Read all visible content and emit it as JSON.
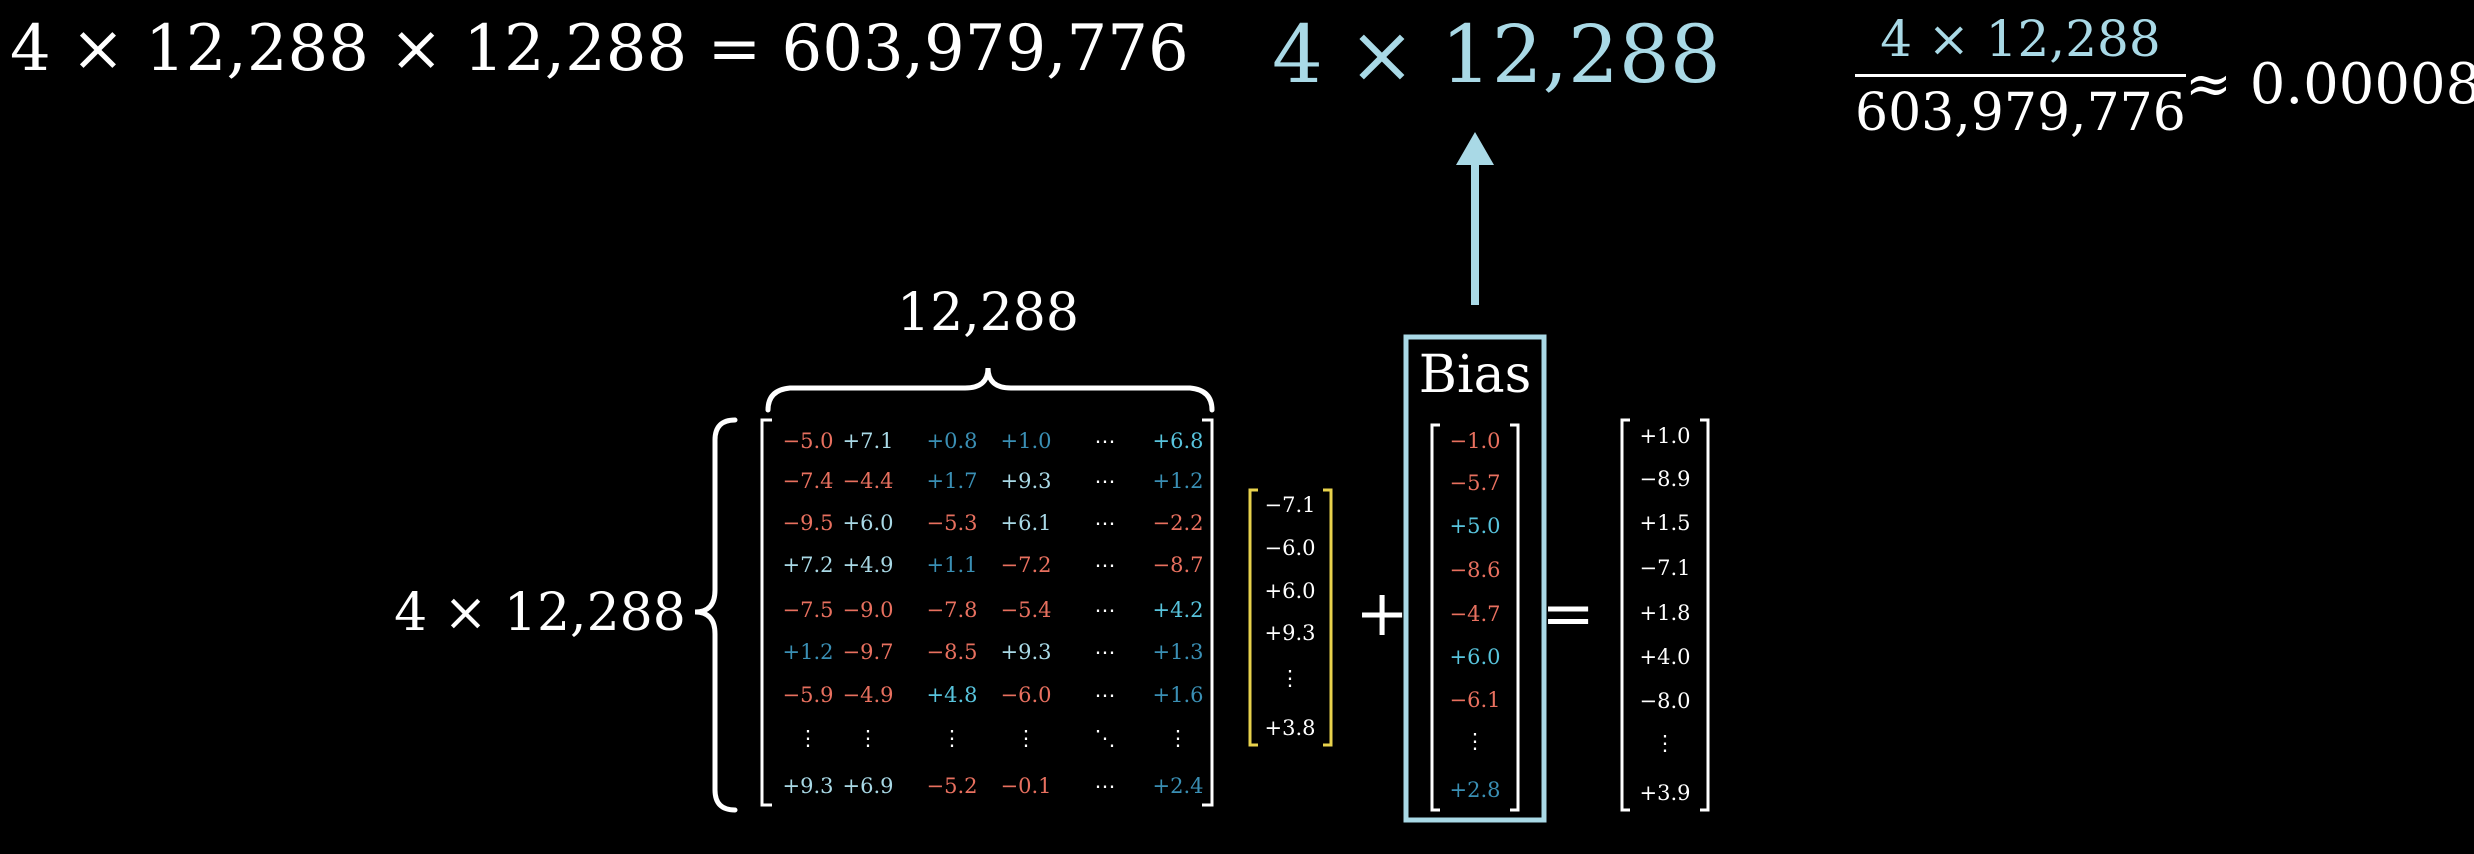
{
  "colors": {
    "red": "#e8705f",
    "light_blue": "#a9d9e6",
    "mid_blue": "#58c4dd",
    "dark_blue": "#3a8fb4",
    "yellow": "#e8d24c",
    "white": "#ffffff",
    "background": "#000000"
  },
  "top": {
    "equation": "4 × 12,288 × 12,288 = 603,979,776",
    "bias_count": "4 × 12,288",
    "fraction_numerator": "4 × 12,288",
    "fraction_denominator": "603,979,776",
    "approx": "≈ 0.00008"
  },
  "labels": {
    "cols": "12,288",
    "rows": "4 × 12,288",
    "bias": "Bias",
    "plus": "+",
    "equals": "="
  },
  "weight_matrix": [
    [
      {
        "t": "−5.0",
        "c": "red"
      },
      {
        "t": "+7.1",
        "c": "light_blue"
      },
      {
        "t": "+0.8",
        "c": "dark_blue"
      },
      {
        "t": "+1.0",
        "c": "dark_blue"
      },
      {
        "t": "⋯",
        "c": "white"
      },
      {
        "t": "+6.8",
        "c": "mid_blue"
      }
    ],
    [
      {
        "t": "−7.4",
        "c": "red"
      },
      {
        "t": "−4.4",
        "c": "red"
      },
      {
        "t": "+1.7",
        "c": "dark_blue"
      },
      {
        "t": "+9.3",
        "c": "light_blue"
      },
      {
        "t": "⋯",
        "c": "white"
      },
      {
        "t": "+1.2",
        "c": "dark_blue"
      }
    ],
    [
      {
        "t": "−9.5",
        "c": "red"
      },
      {
        "t": "+6.0",
        "c": "light_blue"
      },
      {
        "t": "−5.3",
        "c": "red"
      },
      {
        "t": "+6.1",
        "c": "light_blue"
      },
      {
        "t": "⋯",
        "c": "white"
      },
      {
        "t": "−2.2",
        "c": "red"
      }
    ],
    [
      {
        "t": "+7.2",
        "c": "light_blue"
      },
      {
        "t": "+4.9",
        "c": "light_blue"
      },
      {
        "t": "+1.1",
        "c": "dark_blue"
      },
      {
        "t": "−7.2",
        "c": "red"
      },
      {
        "t": "⋯",
        "c": "white"
      },
      {
        "t": "−8.7",
        "c": "red"
      }
    ],
    [
      {
        "t": "−7.5",
        "c": "red"
      },
      {
        "t": "−9.0",
        "c": "red"
      },
      {
        "t": "−7.8",
        "c": "red"
      },
      {
        "t": "−5.4",
        "c": "red"
      },
      {
        "t": "⋯",
        "c": "white"
      },
      {
        "t": "+4.2",
        "c": "mid_blue"
      }
    ],
    [
      {
        "t": "+1.2",
        "c": "dark_blue"
      },
      {
        "t": "−9.7",
        "c": "red"
      },
      {
        "t": "−8.5",
        "c": "red"
      },
      {
        "t": "+9.3",
        "c": "light_blue"
      },
      {
        "t": "⋯",
        "c": "white"
      },
      {
        "t": "+1.3",
        "c": "dark_blue"
      }
    ],
    [
      {
        "t": "−5.9",
        "c": "red"
      },
      {
        "t": "−4.9",
        "c": "red"
      },
      {
        "t": "+4.8",
        "c": "mid_blue"
      },
      {
        "t": "−6.0",
        "c": "red"
      },
      {
        "t": "⋯",
        "c": "white"
      },
      {
        "t": "+1.6",
        "c": "dark_blue"
      }
    ],
    [
      {
        "t": "⋮",
        "c": "white"
      },
      {
        "t": "⋮",
        "c": "white"
      },
      {
        "t": "⋮",
        "c": "white"
      },
      {
        "t": "⋮",
        "c": "white"
      },
      {
        "t": "⋱",
        "c": "white"
      },
      {
        "t": "⋮",
        "c": "white"
      }
    ],
    [
      {
        "t": "+9.3",
        "c": "light_blue"
      },
      {
        "t": "+6.9",
        "c": "light_blue"
      },
      {
        "t": "−5.2",
        "c": "red"
      },
      {
        "t": "−0.1",
        "c": "red"
      },
      {
        "t": "⋯",
        "c": "white"
      },
      {
        "t": "+2.4",
        "c": "dark_blue"
      }
    ]
  ],
  "input_vector": [
    {
      "t": "−7.1",
      "c": "white"
    },
    {
      "t": "−6.0",
      "c": "white"
    },
    {
      "t": "+6.0",
      "c": "white"
    },
    {
      "t": "+9.3",
      "c": "white"
    },
    {
      "t": "⋮",
      "c": "white"
    },
    {
      "t": "+3.8",
      "c": "white"
    }
  ],
  "bias_vector": [
    {
      "t": "−1.0",
      "c": "red"
    },
    {
      "t": "−5.7",
      "c": "red"
    },
    {
      "t": "+5.0",
      "c": "mid_blue"
    },
    {
      "t": "−8.6",
      "c": "red"
    },
    {
      "t": "−4.7",
      "c": "red"
    },
    {
      "t": "+6.0",
      "c": "mid_blue"
    },
    {
      "t": "−6.1",
      "c": "red"
    },
    {
      "t": "⋮",
      "c": "white"
    },
    {
      "t": "+2.8",
      "c": "dark_blue"
    }
  ],
  "result_vector": [
    {
      "t": "+1.0",
      "c": "white"
    },
    {
      "t": "−8.9",
      "c": "white"
    },
    {
      "t": "+1.5",
      "c": "white"
    },
    {
      "t": "−7.1",
      "c": "white"
    },
    {
      "t": "+1.8",
      "c": "white"
    },
    {
      "t": "+4.0",
      "c": "white"
    },
    {
      "t": "−8.0",
      "c": "white"
    },
    {
      "t": "⋮",
      "c": "white"
    },
    {
      "t": "+3.9",
      "c": "white"
    }
  ]
}
